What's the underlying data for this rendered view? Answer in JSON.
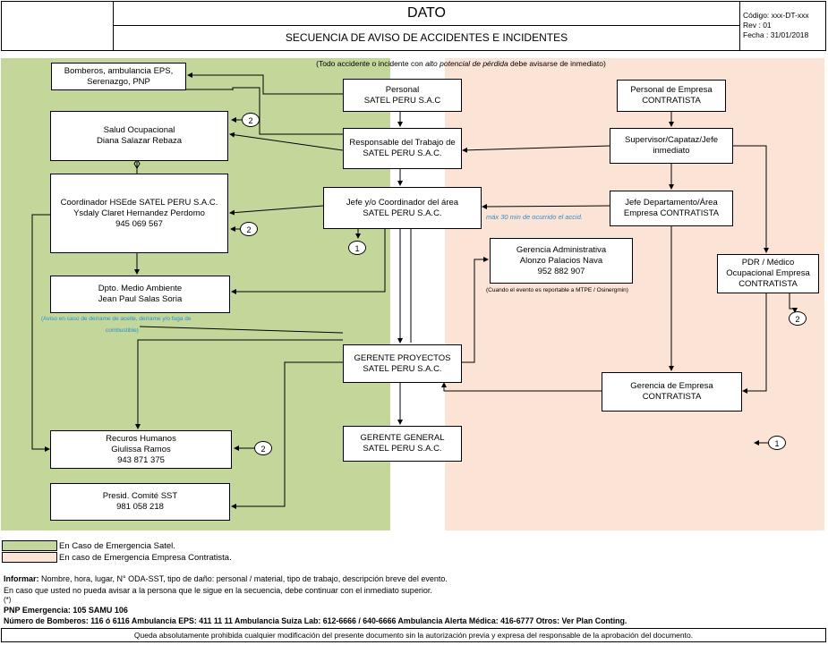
{
  "header": {
    "title": "DATO",
    "subtitle": "SECUENCIA DE AVISO DE ACCIDENTES E INCIDENTES",
    "codigo": "Código: xxx-DT-xxx",
    "rev": "Rev      : 01",
    "fecha": "Fecha  : 31/01/2018"
  },
  "top_note": {
    "pre": "(Todo accidente o incidente con ",
    "italic": "alto potencial de pérdida",
    "post": " debe avisarse de inmediato)"
  },
  "boxes": {
    "bomberos": [
      "Bomberos, ambulancia EPS,",
      "Serenazgo, PNP"
    ],
    "salud": [
      "Salud Ocupacional",
      "Diana Salazar Rebaza"
    ],
    "coordinador": [
      "Coordinador HSEde SATEL PERU S.A.C.",
      "Ysdaly Claret Hernandez Perdomo",
      "945 069 567"
    ],
    "medio_ambiente": [
      "Dpto. Medio Ambiente",
      "Jean Paul Salas Soria"
    ],
    "rrhh": [
      "Recuros Humanos",
      "Giulissa Ramos",
      "943 871 375"
    ],
    "comite": [
      "Presid. Comité SST",
      "981 058 218"
    ],
    "personal": [
      "Personal",
      "SATEL PERU S.A.C"
    ],
    "responsable": [
      "Responsable del Trabajo de",
      "SATEL PERU S.A.C."
    ],
    "jefe_area": [
      "Jefe y/o Coordinador del área",
      "SATEL PERU S.A.C."
    ],
    "gerente_proyectos": [
      "GERENTE PROYECTOS",
      "SATEL PERU S.A.C."
    ],
    "gerente_general": [
      "GERENTE GENERAL",
      "SATEL PERU S.A.C."
    ],
    "gerencia_admin": [
      "Gerencia Administrativa",
      "Alonzo Palacios Nava",
      "952 882 907"
    ],
    "personal_empresa": [
      "Personal de Empresa",
      "CONTRATISTA"
    ],
    "supervisor": [
      "Supervisor/Capataz/Jefe",
      "inmediato"
    ],
    "jefe_depto": [
      "Jefe Departamento/Área",
      "Empresa CONTRATISTA"
    ],
    "pdr": [
      "PDR / Médico",
      "Ocupacional Empresa",
      "CONTRATISTA"
    ],
    "gerencia_empresa": [
      "Gerencia de Empresa",
      "CONTRATISTA"
    ]
  },
  "notes": {
    "max30": "máx 30 min de ocurrido el accid.",
    "reportable": "(Cuando el evento es reportable a MTPE / Osinergmin)",
    "aviso1": "(Aviso en caso de derrame de aceite, derrame y/o fuga de",
    "aviso2": "combustible)"
  },
  "circles": {
    "c1": "1",
    "c2": "2"
  },
  "legend": {
    "green": "En Caso de Emergencia Satel.",
    "peach": "En caso de Emergencia Empresa Contratista.",
    "green_color": "#c4d79b",
    "peach_color": "#fbe4d5"
  },
  "footer": {
    "informar_label": "Informar:",
    "informar_text": " Nombre, hora, lugar, N° ODA-SST, tipo de daño: personal / material, tipo de trabajo, descripción breve del evento.",
    "caso": "En caso que usted no pueda avisar a la persona que le sigue en la secuencia, debe continuar con el inmediato superior.",
    "asterisk": "(*)",
    "pnp": "PNP Emergencia: 105        SAMU 106",
    "bomberos": "Número de Bomberos: 116 ó 6116          Ambulancia EPS: 411 11 11        Ambulancia Suiza Lab: 612-6666  / 640-6666        Ambulancia Alerta Médica: 416-6777  Otros: Ver Plan Conting.",
    "prohibida": "Queda absolutamente prohibida cualquier modificación del presente documento sin la autorización previa y expresa del responsable de la aprobación del documento."
  }
}
